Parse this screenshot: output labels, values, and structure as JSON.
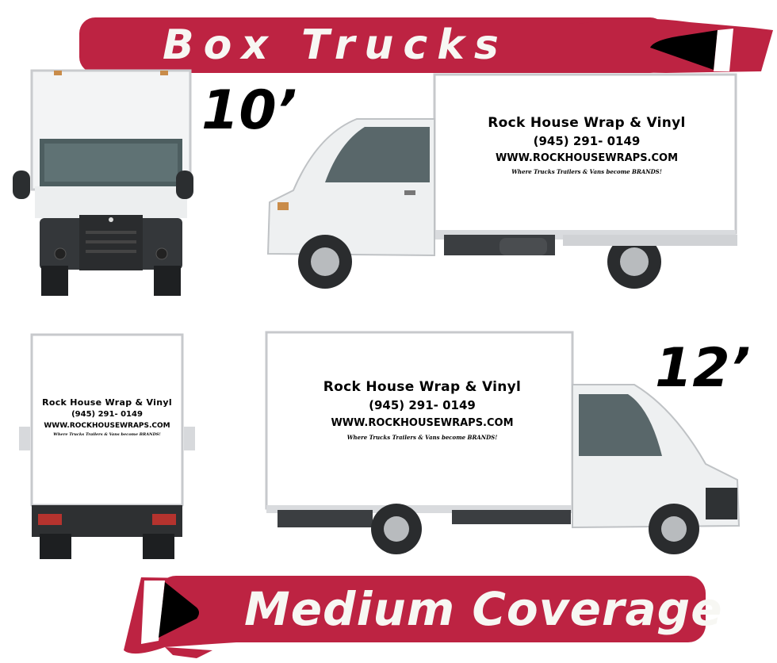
{
  "header_banner": {
    "title": "Box Trucks",
    "color": "#bd2342"
  },
  "footer_banner": {
    "title": "Medium Coverage",
    "color": "#bd2342"
  },
  "trucks": [
    {
      "size_label": "10’",
      "views": [
        "front",
        "driver-side"
      ]
    },
    {
      "size_label": "12’",
      "views": [
        "rear",
        "passenger-side"
      ]
    }
  ],
  "sign": {
    "company": "Rock House Wrap & Vinyl",
    "phone": "(945) 291- 0149",
    "url": "WWW.ROCKHOUSEWRAPS.COM",
    "tagline": "Where Trucks Trailers & Vans become BRANDS!"
  }
}
